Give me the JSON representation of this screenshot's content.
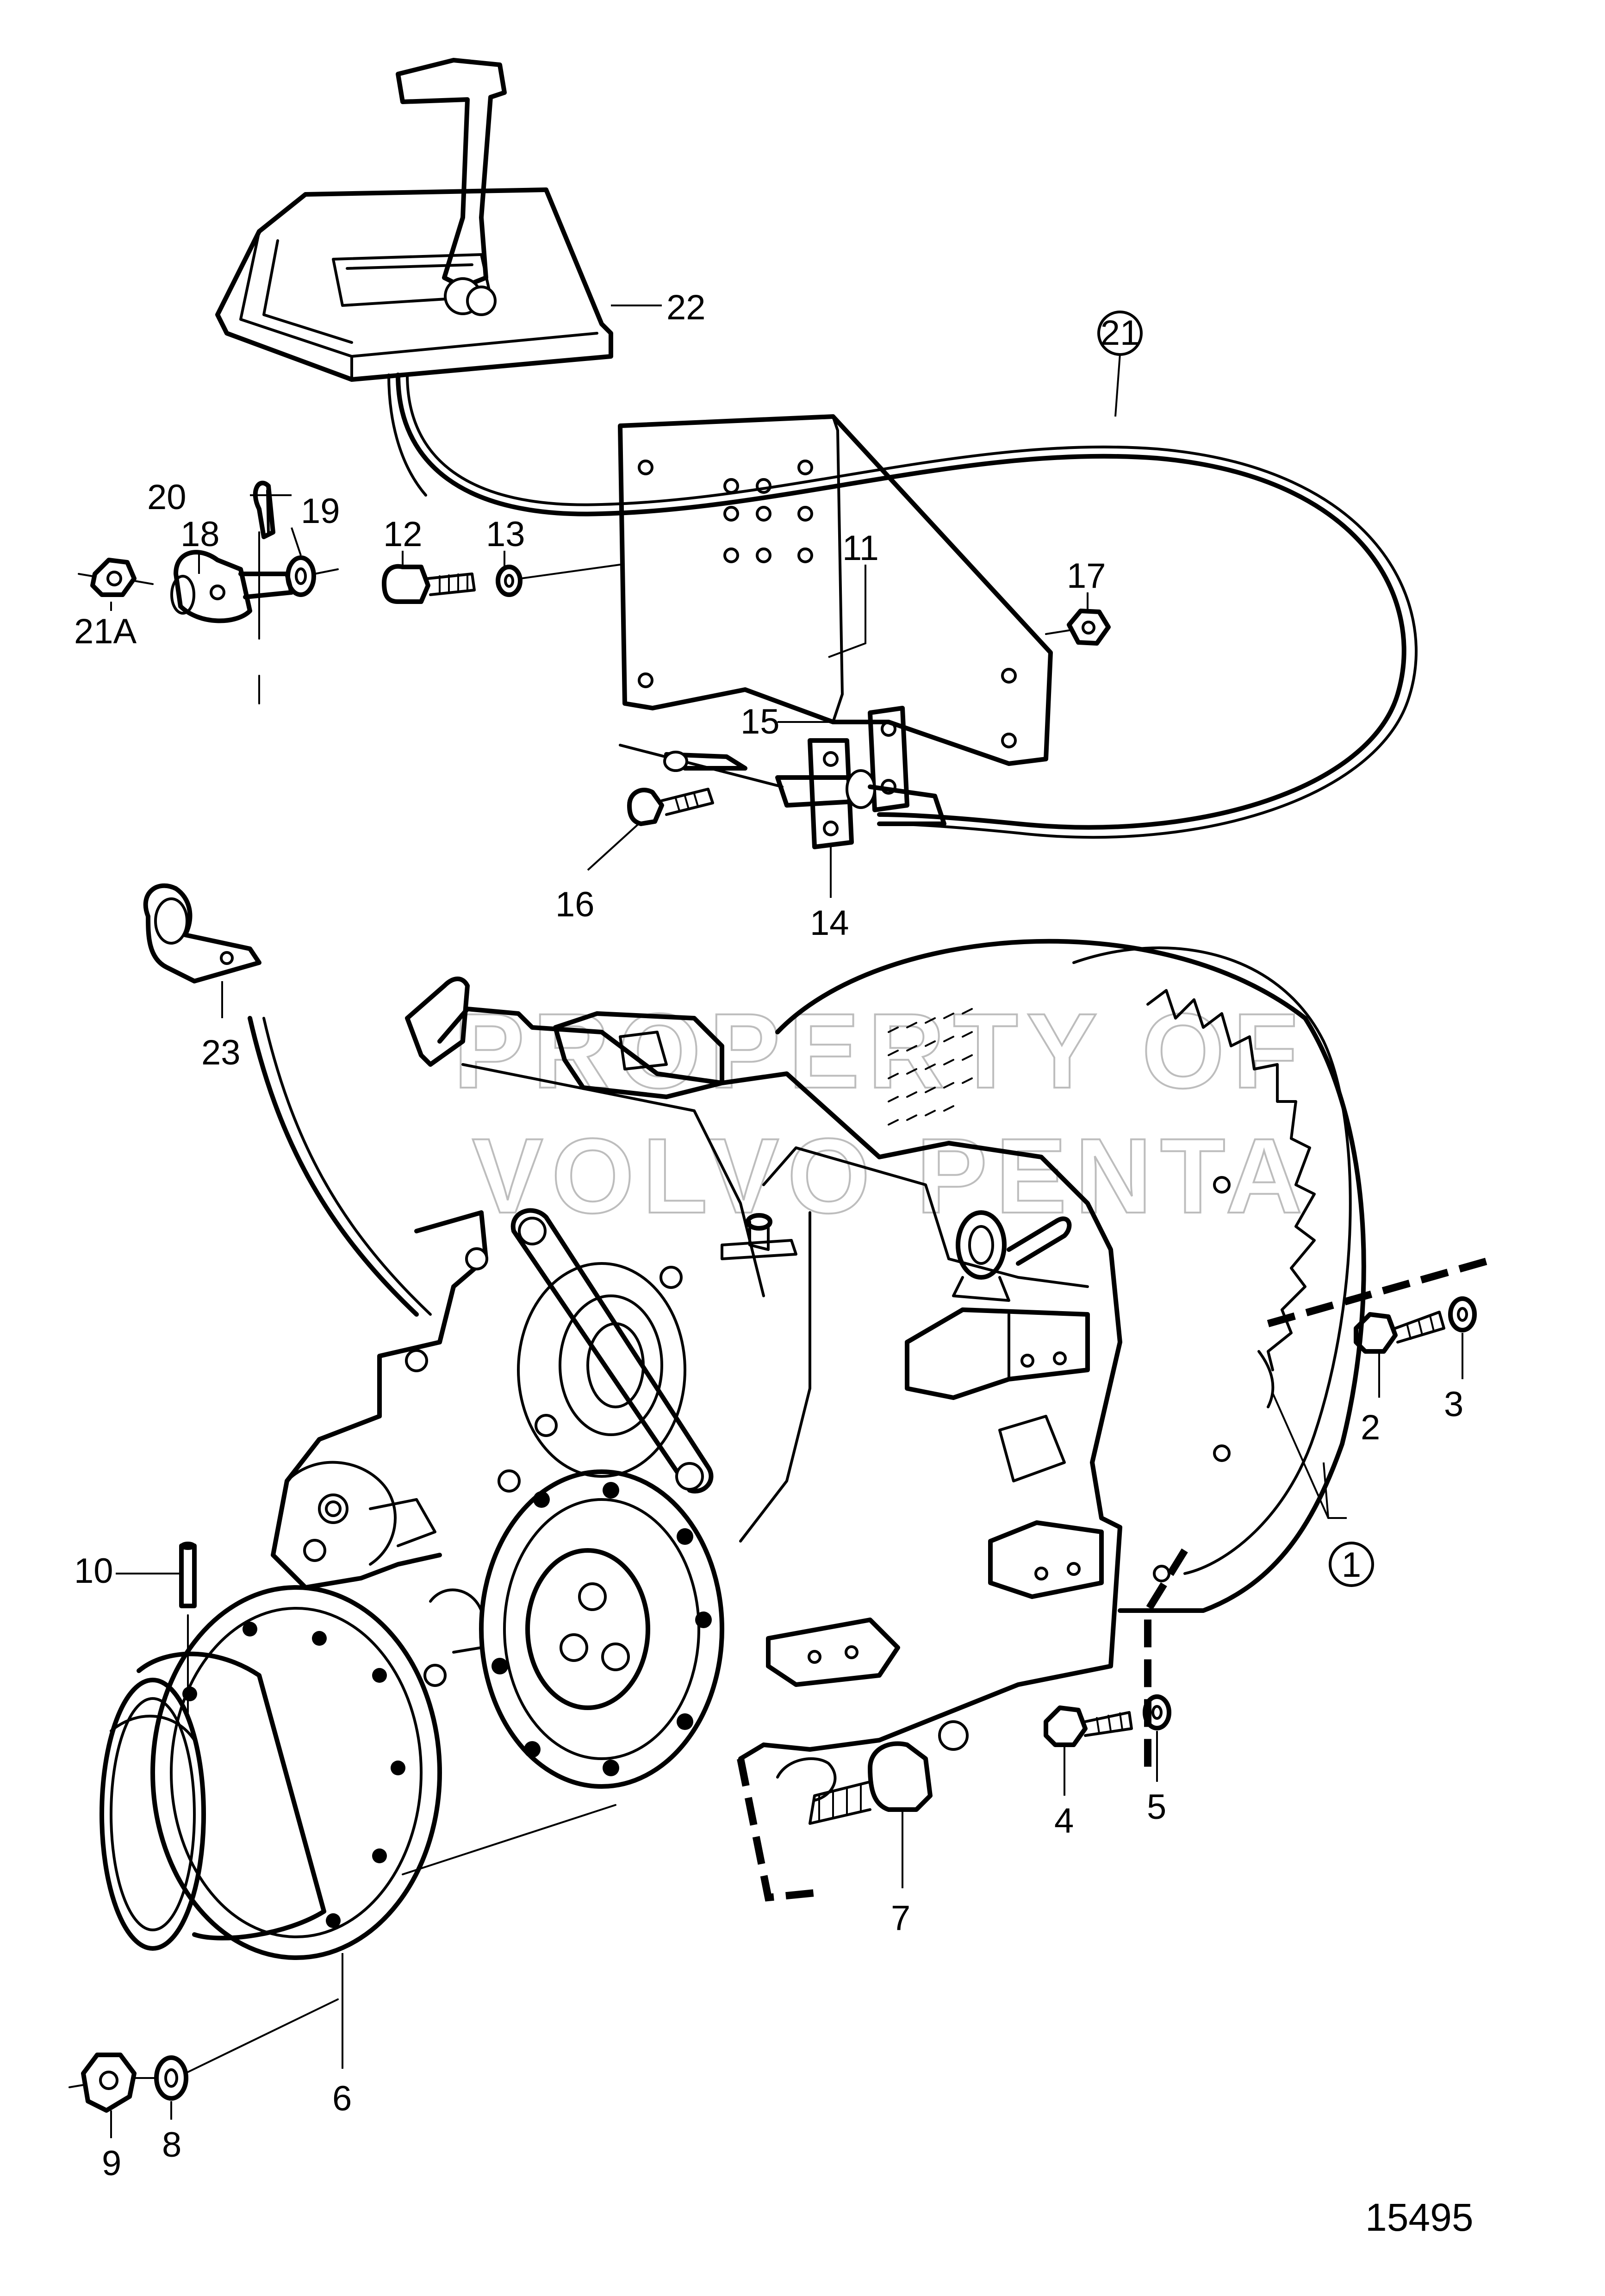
{
  "figure_number": "15495",
  "watermark": {
    "line1": "PROPERTY OF",
    "line2": "VOLVO PENTA"
  },
  "callouts": {
    "p1": "1",
    "p2": "2",
    "p3": "3",
    "p4": "4",
    "p5": "5",
    "p6": "6",
    "p7": "7",
    "p8": "8",
    "p9": "9",
    "p10": "10",
    "p11": "11",
    "p12": "12",
    "p13": "13",
    "p14": "14",
    "p15": "15",
    "p16": "16",
    "p17": "17",
    "p18": "18",
    "p19": "19",
    "p20": "20",
    "p21": "21",
    "p21a": "21A",
    "p22": "22",
    "p23": "23"
  }
}
